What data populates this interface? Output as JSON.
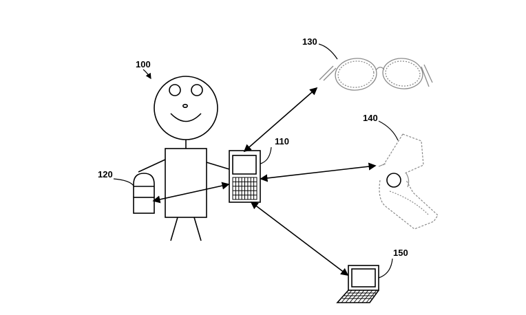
{
  "labels": {
    "person": "100",
    "handheld": "110",
    "bag": "120",
    "glasses": "130",
    "wristband": "140",
    "laptop": "150"
  },
  "colors": {
    "ink": "#000000",
    "faint": "#8a8a8a",
    "background": "#ffffff"
  },
  "icons": {
    "person": "stick-figure-icon",
    "handheld": "handheld-device-icon",
    "bag": "bag-icon",
    "glasses": "eyeglasses-icon",
    "wristband": "wrist-device-icon",
    "laptop": "laptop-icon"
  }
}
